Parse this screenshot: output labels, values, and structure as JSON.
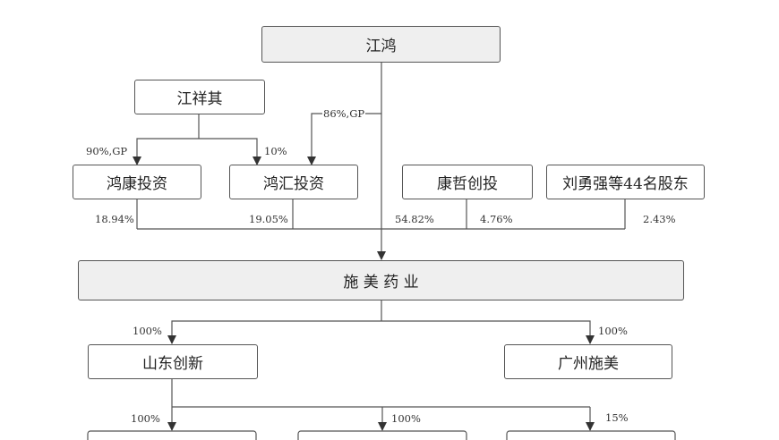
{
  "nodes": {
    "jianghong": "江鸿",
    "jiangxiangqi": "江祥其",
    "hongkang": "鸿康投资",
    "honghui": "鸿汇投资",
    "kangzhe": "康哲创投",
    "liuyongqiang": "刘勇强等44名股东",
    "shimei": "施 美 药 业",
    "shandong": "山东创新",
    "guangzhou": "广州施美"
  },
  "labels": {
    "jh_to_honghui": "86%,GP",
    "jxq_to_hongkang": "90%,GP",
    "jxq_to_honghui": "10%",
    "hongkang_to_shimei": "18.94%",
    "honghui_to_shimei": "19.05%",
    "jh_to_shimei": "54.82%",
    "kangzhe_to_shimei": "4.76%",
    "liu_to_shimei": "2.43%",
    "shimei_to_shandong": "100%",
    "shimei_to_guangzhou": "100%",
    "shandong_to_child1": "100%",
    "shandong_to_child2": "100%",
    "shandong_to_child3": "15%"
  },
  "colors": {
    "line": "#555555",
    "shaded_fill": "#efefef"
  }
}
